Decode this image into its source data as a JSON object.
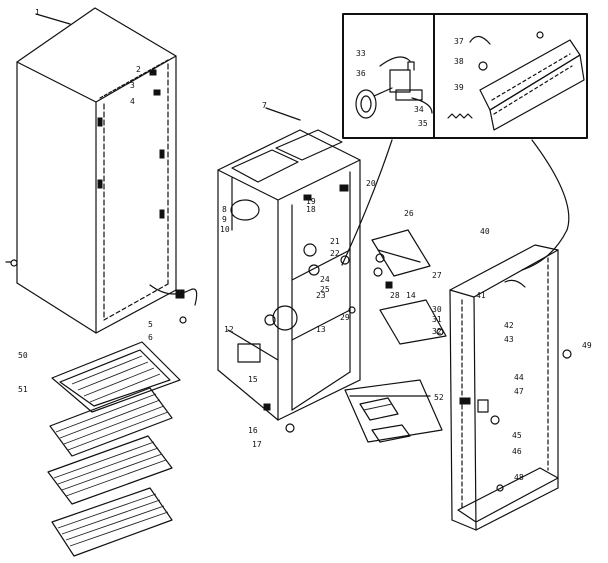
{
  "diagram": {
    "callouts": [
      "1",
      "2",
      "3",
      "4",
      "5",
      "6",
      "7",
      "8",
      "9",
      "10",
      "12",
      "13",
      "14",
      "15",
      "16",
      "17",
      "18",
      "19",
      "20",
      "21",
      "22",
      "23",
      "24",
      "25",
      "26",
      "27",
      "28",
      "29",
      "30",
      "31",
      "32",
      "33",
      "34",
      "35",
      "36",
      "37",
      "38",
      "39",
      "40",
      "41",
      "42",
      "43",
      "44",
      "45",
      "46",
      "47",
      "48",
      "49",
      "50",
      "51",
      "52"
    ]
  }
}
